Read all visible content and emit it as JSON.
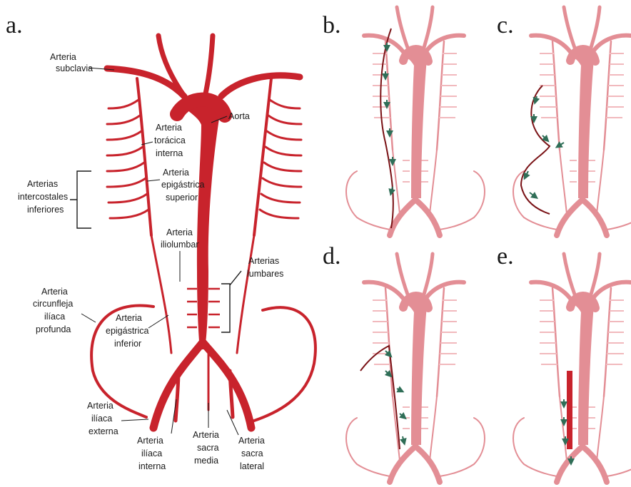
{
  "panels": {
    "a": "a.",
    "b": "b.",
    "c": "c.",
    "d": "d.",
    "e": "e."
  },
  "labels": {
    "subclavia": [
      "Arteria",
      "subclavia"
    ],
    "aorta": [
      "Aorta"
    ],
    "toracica": [
      "Arteria",
      "torácica",
      "interna"
    ],
    "epig_sup": [
      "Arteria",
      "epigástrica",
      "superior"
    ],
    "intercostales": [
      "Arterias",
      "intercostales",
      "inferiores"
    ],
    "iliolumbar": [
      "Arteria",
      "iliolumbar"
    ],
    "lumbares": [
      "Arterias",
      "lumbares"
    ],
    "circunfleja": [
      "Arteria",
      "circunfleja",
      "ilíaca",
      "profunda"
    ],
    "epig_inf": [
      "Arteria",
      "epigástrica",
      "inferior"
    ],
    "iliaca_ext": [
      "Arteria",
      "ilíaca",
      "externa"
    ],
    "iliaca_int": [
      "Arteria",
      "ilíaca",
      "interna"
    ],
    "sacra_media": [
      "Arteria",
      "sacra",
      "media"
    ],
    "sacra_lateral": [
      "Arteria",
      "sacra",
      "lateral"
    ]
  },
  "colors": {
    "artery": "#c8232c",
    "artery_dark": "#8e1a1f",
    "faded": "#e38e95",
    "faded_light": "#f1b9bd",
    "collateral": "#7a1216",
    "flow_arrow": "#2f6e57"
  }
}
